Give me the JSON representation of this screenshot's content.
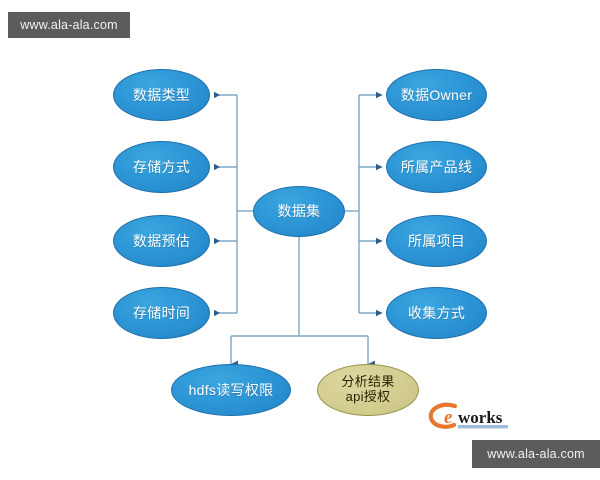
{
  "watermarks": {
    "top": "www.ala-ala.com",
    "bottom": "www.ala-ala.com"
  },
  "logo": {
    "name": "e-works-logo",
    "text": "works",
    "initial": "e",
    "accent_color": "#e8762c",
    "text_color": "#1a1a1a",
    "bar_color": "#9fbdd8"
  },
  "colors": {
    "node_blue_fill": "#2b93d4",
    "node_blue_border": "#1f6fab",
    "node_blue_text": "#ffffff",
    "node_olive_fill": "#d3cd90",
    "node_olive_border": "#9a9450",
    "node_olive_text": "#262403",
    "edge_line": "#7fa6c4",
    "arrow_head": "#2f5d86",
    "background": "#ffffff",
    "watermark_bg": "#5c5c5c"
  },
  "diagram": {
    "type": "mind-map",
    "root": {
      "id": "dataset",
      "label": "数据集",
      "style": "blue"
    },
    "branches": {
      "left": [
        {
          "id": "data-type",
          "label": "数据类型",
          "style": "blue"
        },
        {
          "id": "storage-method",
          "label": "存储方式",
          "style": "blue"
        },
        {
          "id": "data-estimate",
          "label": "数据预估",
          "style": "blue"
        },
        {
          "id": "storage-time",
          "label": "存储时间",
          "style": "blue"
        }
      ],
      "right": [
        {
          "id": "data-owner",
          "label": "数据Owner",
          "style": "blue"
        },
        {
          "id": "product-line",
          "label": "所属产品线",
          "style": "blue"
        },
        {
          "id": "project",
          "label": "所属项目",
          "style": "blue"
        },
        {
          "id": "collection-method",
          "label": "收集方式",
          "style": "blue"
        }
      ],
      "bottom": [
        {
          "id": "hdfs-permission",
          "label": "hdfs读写权限",
          "style": "blue"
        },
        {
          "id": "api-authorization",
          "label": "分析结果\napi授权",
          "style": "olive"
        }
      ]
    }
  }
}
